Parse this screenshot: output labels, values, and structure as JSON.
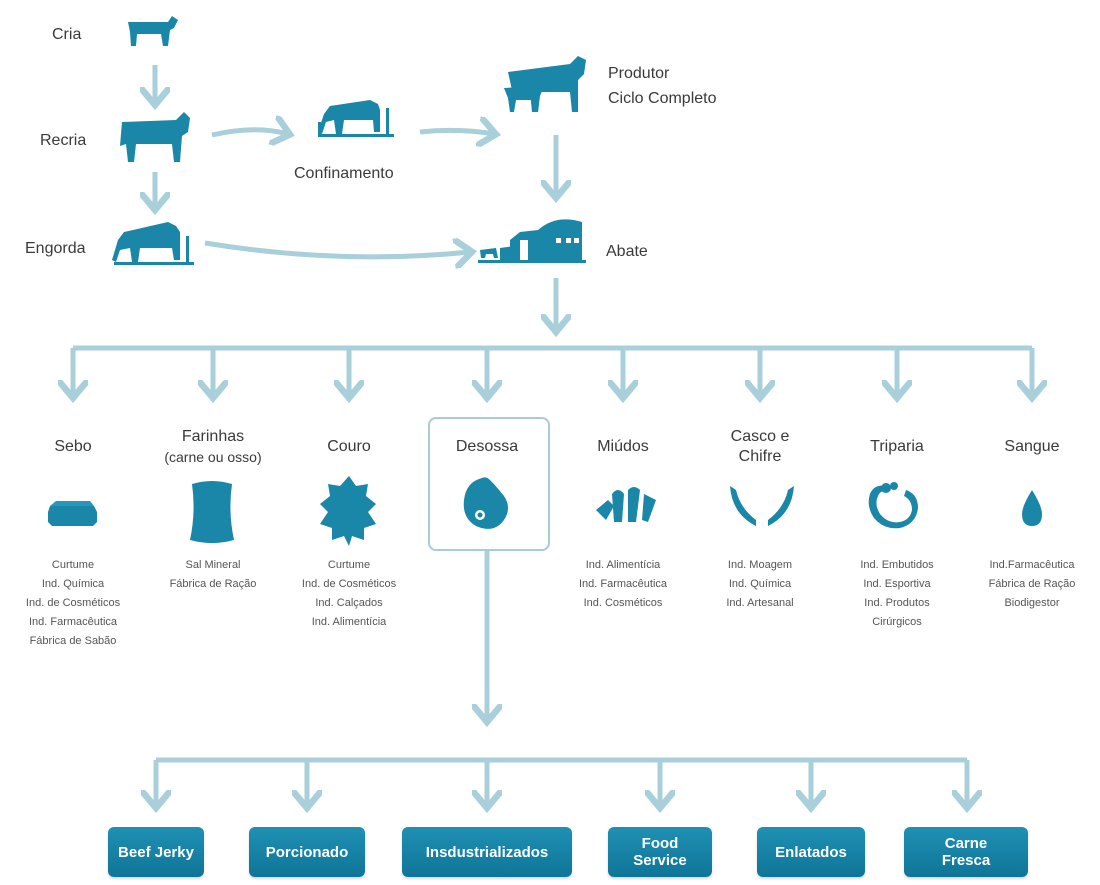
{
  "stages": {
    "cria": "Cria",
    "recria": "Recria",
    "engorda": "Engorda",
    "confinamento": "Confinamento",
    "produtor_line1": "Produtor",
    "produtor_line2": "Ciclo Completo",
    "abate": "Abate"
  },
  "categories": [
    {
      "name": "Sebo",
      "uses": [
        "Curtume",
        "Ind. Química",
        "Ind. de Cosméticos",
        "Ind. Farmacêutica",
        "Fábrica de Sabão"
      ]
    },
    {
      "name_line1": "Farinhas",
      "name_line2": "(carne ou osso)",
      "uses": [
        "Sal Mineral",
        "Fábrica de Ração"
      ]
    },
    {
      "name": "Couro",
      "uses": [
        "Curtume",
        "Ind. de Cosméticos",
        "Ind. Calçados",
        "Ind. Alimentícia"
      ]
    },
    {
      "name": "Desossa",
      "uses": []
    },
    {
      "name": "Miúdos",
      "uses": [
        "Ind. Alimentícia",
        "Ind. Farmacêutica",
        "Ind. Cosméticos"
      ]
    },
    {
      "name_line1": "Casco e",
      "name_line2": "Chifre",
      "uses": [
        "Ind. Moagem",
        "Ind. Química",
        "Ind. Artesanal"
      ]
    },
    {
      "name": "Triparia",
      "uses": [
        "Ind. Embutidos",
        "Ind. Esportiva",
        "Ind. Produtos",
        "Cirúrgicos"
      ]
    },
    {
      "name": "Sangue",
      "uses": [
        "Ind.Farmacêutica",
        "Fábrica de Ração",
        "Biodigestor"
      ]
    }
  ],
  "products": [
    {
      "line1": "Beef Jerky"
    },
    {
      "line1": "Porcionado"
    },
    {
      "line1": "Insdustrializados"
    },
    {
      "line1": "Food",
      "line2": "Service"
    },
    {
      "line1": "Enlatados"
    },
    {
      "line1": "Carne",
      "line2": "Fresca"
    }
  ],
  "colors": {
    "icon": "#1a86a8",
    "arrow": "#a9cfda",
    "product_bg": "#1580a6",
    "box_border": "#a9cbd6"
  },
  "icons": [
    "calf-icon",
    "young-cattle-icon",
    "grazing-cattle-icon",
    "feedlot-icon",
    "cow-with-calf-icon",
    "slaughterhouse-icon",
    "tallow-block-icon",
    "flour-sack-icon",
    "hide-icon",
    "meat-cut-icon",
    "offal-icon",
    "horns-icon",
    "tripe-icon",
    "blood-drop-icon"
  ]
}
